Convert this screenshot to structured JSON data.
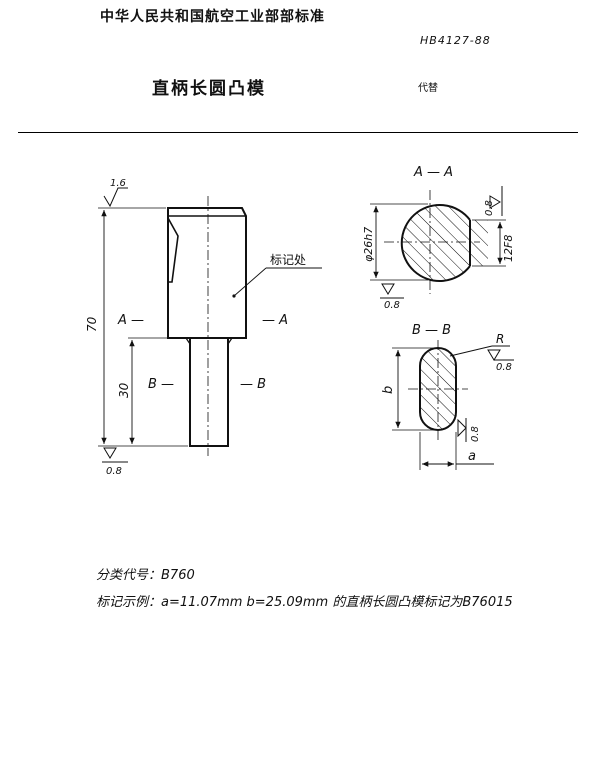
{
  "header": {
    "organization": "中华人民共和国航空工业部部标准",
    "standard_number": "HB4127-88",
    "title": "直柄长圆凸模",
    "replaces_label": "代替"
  },
  "drawing": {
    "roughness_top": "1.6",
    "roughness_bottom": "0.8",
    "dim_overall_length": "70",
    "dim_shank_length": "30",
    "section_a_left": "A —",
    "section_a_right": "— A",
    "section_b_left": "B —",
    "section_b_right": "— B",
    "mark_location_label": "标记处",
    "section_aa_title": "A — A",
    "section_bb_title": "B — B",
    "dia_label": "φ26h7",
    "flat_label": "12F8",
    "roughness_aa_side": "0.8",
    "roughness_aa_bottom": "0.8",
    "radius_label": "R",
    "roughness_bb_radius": "0.8",
    "roughness_bb_side": "0.8",
    "dim_b": "b",
    "dim_a": "a"
  },
  "notes": {
    "classification": "分类代号：B760",
    "marking_example": "标记示例：a=11.07mm  b=25.09mm 的直柄长圆凸模标记为B76015"
  }
}
